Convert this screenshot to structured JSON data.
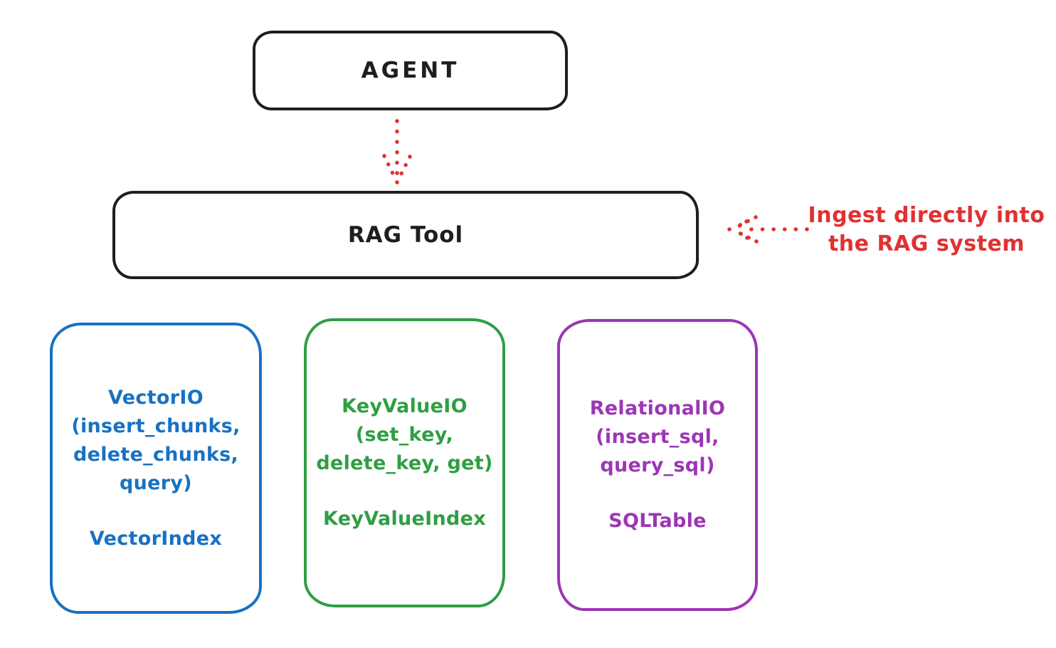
{
  "diagram": {
    "agent": {
      "label": "AGENT"
    },
    "rag_tool": {
      "label": "RAG Tool"
    },
    "annotation": {
      "line1": "Ingest directly into",
      "line2": "the RAG system"
    },
    "arrows": [
      {
        "name": "agent-to-rag-tool",
        "style": "dotted",
        "direction": "down",
        "color": "#e03131"
      },
      {
        "name": "ingest-into-rag-tool",
        "style": "dotted",
        "direction": "left",
        "color": "#e03131"
      }
    ],
    "cards": [
      {
        "lines": [
          "VectorIO",
          "(insert_chunks,",
          "delete_chunks,",
          "query)"
        ],
        "index_label": "VectorIndex",
        "color": "#1971c2"
      },
      {
        "lines": [
          "KeyValueIO",
          "(set_key,",
          "delete_key, get)"
        ],
        "index_label": "KeyValueIndex",
        "color": "#2f9e44"
      },
      {
        "lines": [
          "RelationalIO",
          "(insert_sql,",
          "query_sql)"
        ],
        "index_label": "SQLTable",
        "color": "#9c36b5"
      }
    ],
    "colors": {
      "stroke": "#1e1e1e",
      "red": "#e03131",
      "blue": "#1971c2",
      "green": "#2f9e44",
      "purple": "#9c36b5",
      "background": "#ffffff"
    }
  }
}
